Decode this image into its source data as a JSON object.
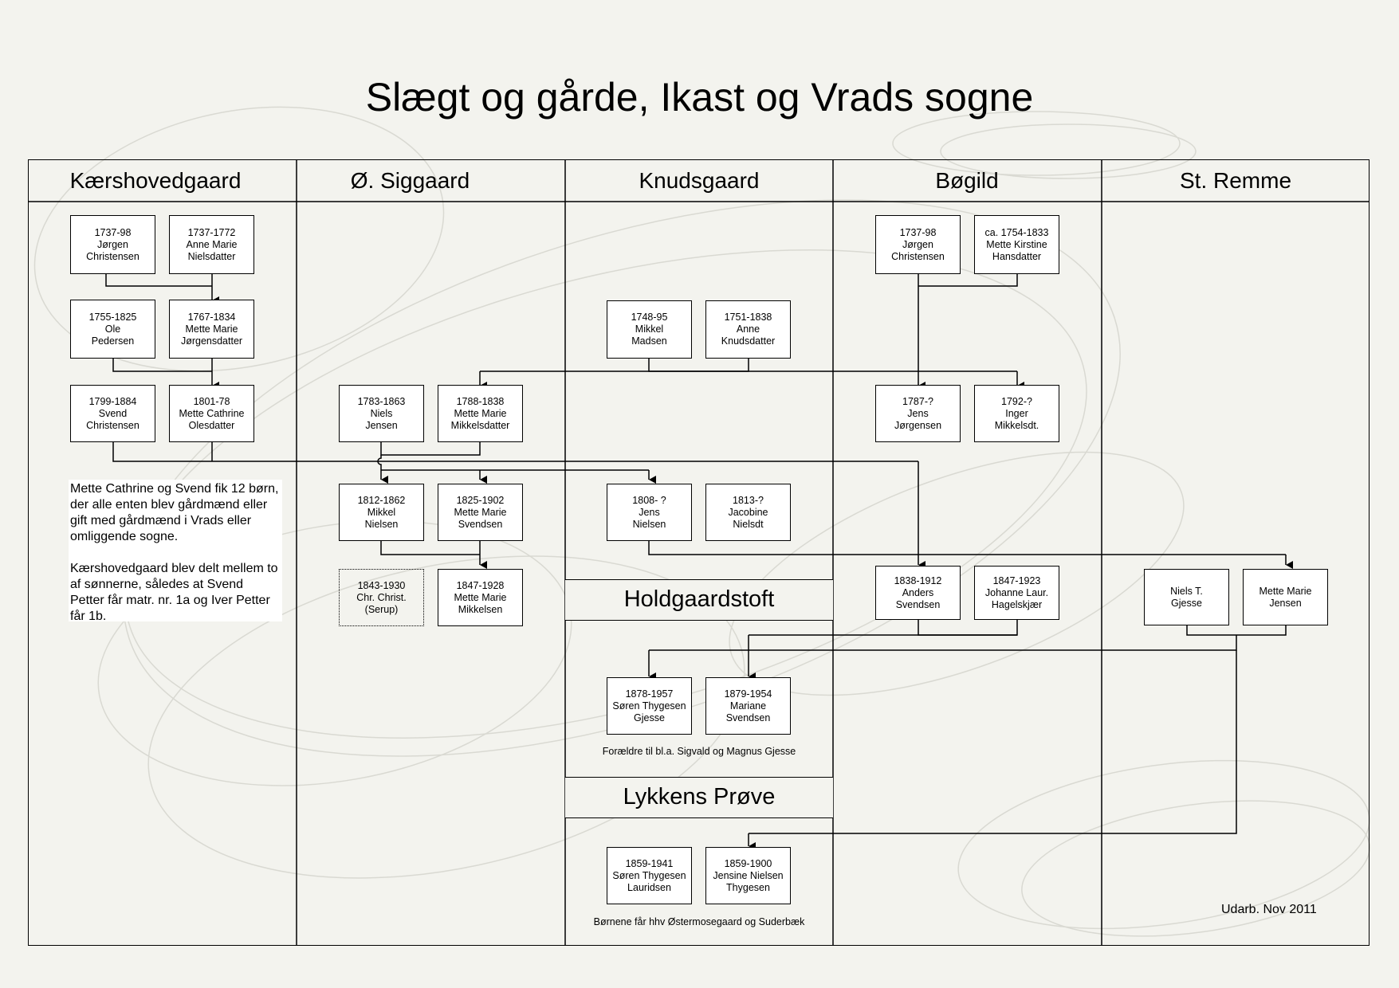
{
  "title": "Slægt og gårde, Ikast og Vrads sogne",
  "columns": [
    "Kærshovedgaard",
    "Ø. Siggaard",
    "Knudsgaard",
    "Bøgild",
    "St. Remme"
  ],
  "sections": {
    "holdgaardstoft": "Holdgaardstoft",
    "lykkens_prove": "Lykkens Prøve"
  },
  "persons": {
    "k_jorgen": {
      "years": "1737-98",
      "name1": "Jørgen",
      "name2": "Christensen"
    },
    "k_anne": {
      "years": "1737-1772",
      "name1": "Anne Marie",
      "name2": "Nielsdatter"
    },
    "k_ole": {
      "years": "1755-1825",
      "name1": "Ole",
      "name2": "Pedersen"
    },
    "k_mette_marie": {
      "years": "1767-1834",
      "name1": "Mette Marie",
      "name2": "Jørgensdatter"
    },
    "k_svend": {
      "years": "1799-1884",
      "name1": "Svend",
      "name2": "Christensen"
    },
    "k_mette_cath": {
      "years": "1801-78",
      "name1": "Mette Cathrine",
      "name2": "Olesdatter"
    },
    "s_niels": {
      "years": "1783-1863",
      "name1": "Niels",
      "name2": "Jensen"
    },
    "s_mette_mik": {
      "years": "1788-1838",
      "name1": "Mette Marie",
      "name2": "Mikkelsdatter"
    },
    "s_mikkel": {
      "years": "1812-1862",
      "name1": "Mikkel",
      "name2": "Nielsen"
    },
    "s_mette_sv": {
      "years": "1825-1902",
      "name1": "Mette Marie",
      "name2": "Svendsen"
    },
    "s_chr": {
      "years": "1843-1930",
      "name1": "Chr. Christ.",
      "name2": "(Serup)"
    },
    "s_mette_mikk": {
      "years": "1847-1928",
      "name1": "Mette Marie",
      "name2": "Mikkelsen"
    },
    "kn_mikkel": {
      "years": "1748-95",
      "name1": "Mikkel",
      "name2": "Madsen"
    },
    "kn_anne": {
      "years": "1751-1838",
      "name1": "Anne",
      "name2": "Knudsdatter"
    },
    "kn_jens": {
      "years": "1808- ?",
      "name1": "Jens",
      "name2": "Nielsen"
    },
    "kn_jacobine": {
      "years": "1813-?",
      "name1": "Jacobine",
      "name2": "Nielsdt"
    },
    "h_soren": {
      "years": "1878-1957",
      "name1": "Søren Thygesen",
      "name2": "Gjesse"
    },
    "h_mariane": {
      "years": "1879-1954",
      "name1": "Mariane",
      "name2": "Svendsen"
    },
    "l_soren": {
      "years": "1859-1941",
      "name1": "Søren Thygesen",
      "name2": "Lauridsen"
    },
    "l_jensine": {
      "years": "1859-1900",
      "name1": "Jensine Nielsen",
      "name2": "Thygesen"
    },
    "b_jorgen": {
      "years": "1737-98",
      "name1": "Jørgen",
      "name2": "Christensen"
    },
    "b_mette_k": {
      "years": "ca. 1754-1833",
      "name1": "Mette Kirstine",
      "name2": "Hansdatter"
    },
    "b_jens": {
      "years": "1787-?",
      "name1": "Jens",
      "name2": "Jørgensen"
    },
    "b_inger": {
      "years": "1792-?",
      "name1": "Inger",
      "name2": "Mikkelsdt."
    },
    "b_anders": {
      "years": "1838-1912",
      "name1": "Anders",
      "name2": "Svendsen"
    },
    "b_johanne": {
      "years": "1847-1923",
      "name1": "Johanne Laur.",
      "name2": "Hagelskjær"
    },
    "r_niels": {
      "years": "",
      "name1": "Niels T.",
      "name2": "Gjesse"
    },
    "r_mette": {
      "years": "",
      "name1": "Mette Marie",
      "name2": "Jensen"
    }
  },
  "note": {
    "p1": "Mette Cathrine og Svend fik 12 børn, der alle enten blev gårdmænd eller gift med gårdmænd i Vrads eller omliggende sogne.",
    "p2": "Kærshovedgaard blev delt mellem to af sønnerne, således at Svend Petter får matr. nr. 1a og Iver Petter får 1b."
  },
  "captions": {
    "holdgaardstoft": "Forældre til bl.a. Sigvald og Magnus Gjesse",
    "lykkens_prove": "Børnene får hhv Østermosegaard og Suderbæk"
  },
  "footer": "Udarb. Nov 2011"
}
